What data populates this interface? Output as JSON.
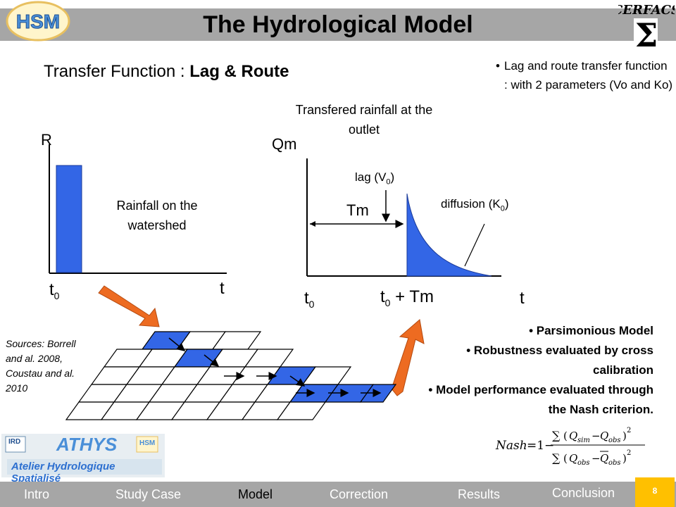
{
  "header": {
    "title": "The Hydrological Model",
    "logo_left": "HSM",
    "logo_right": "CERFACS"
  },
  "subtitle": {
    "prefix": "Transfer Function : ",
    "bold": "Lag & Route"
  },
  "top_bullet": "Lag and route transfer function : with 2 parameters (Vo and Ko)",
  "left_chart": {
    "ylabel": "R",
    "xlabel": "t",
    "origin": "t",
    "origin_sub": "0",
    "caption": "Rainfall on the watershed"
  },
  "right_chart": {
    "top_caption": "Transfered rainfall at the outlet",
    "ylabel": "Qm",
    "lag_label": "lag (V",
    "lag_sub": "0",
    "lag_close": ")",
    "diffusion_label": "diffusion (K",
    "diffusion_sub": "0",
    "diffusion_close": ")",
    "tm_label": "Tm",
    "origin": "t",
    "origin_sub": "0",
    "t0tm_prefix": "t",
    "t0tm_sub": "0",
    "t0tm_suffix": " + Tm",
    "xlabel": "t"
  },
  "sources": "Sources: Borrell and al. 2008, Coustau and al. 2010",
  "right_bullets": [
    "Parsimonious Model",
    "Robustness evaluated by cross calibration",
    "Model performance evaluated through the Nash criterion."
  ],
  "athys": {
    "title": "ATHYS",
    "subtitle": "Atelier Hydrologique Spatialisé",
    "badge_left": "IRD",
    "badge_right": "HSM"
  },
  "nav": {
    "items": [
      "Intro",
      "Study Case",
      "Model",
      "Correction",
      "Results",
      "Conclusion"
    ],
    "active": "Model",
    "page": "8"
  },
  "colors": {
    "accent_blue": "#3366e6",
    "arrow_orange": "#ed6b21",
    "bar_gray": "#a6a6a6",
    "page_badge": "#ffc000"
  }
}
